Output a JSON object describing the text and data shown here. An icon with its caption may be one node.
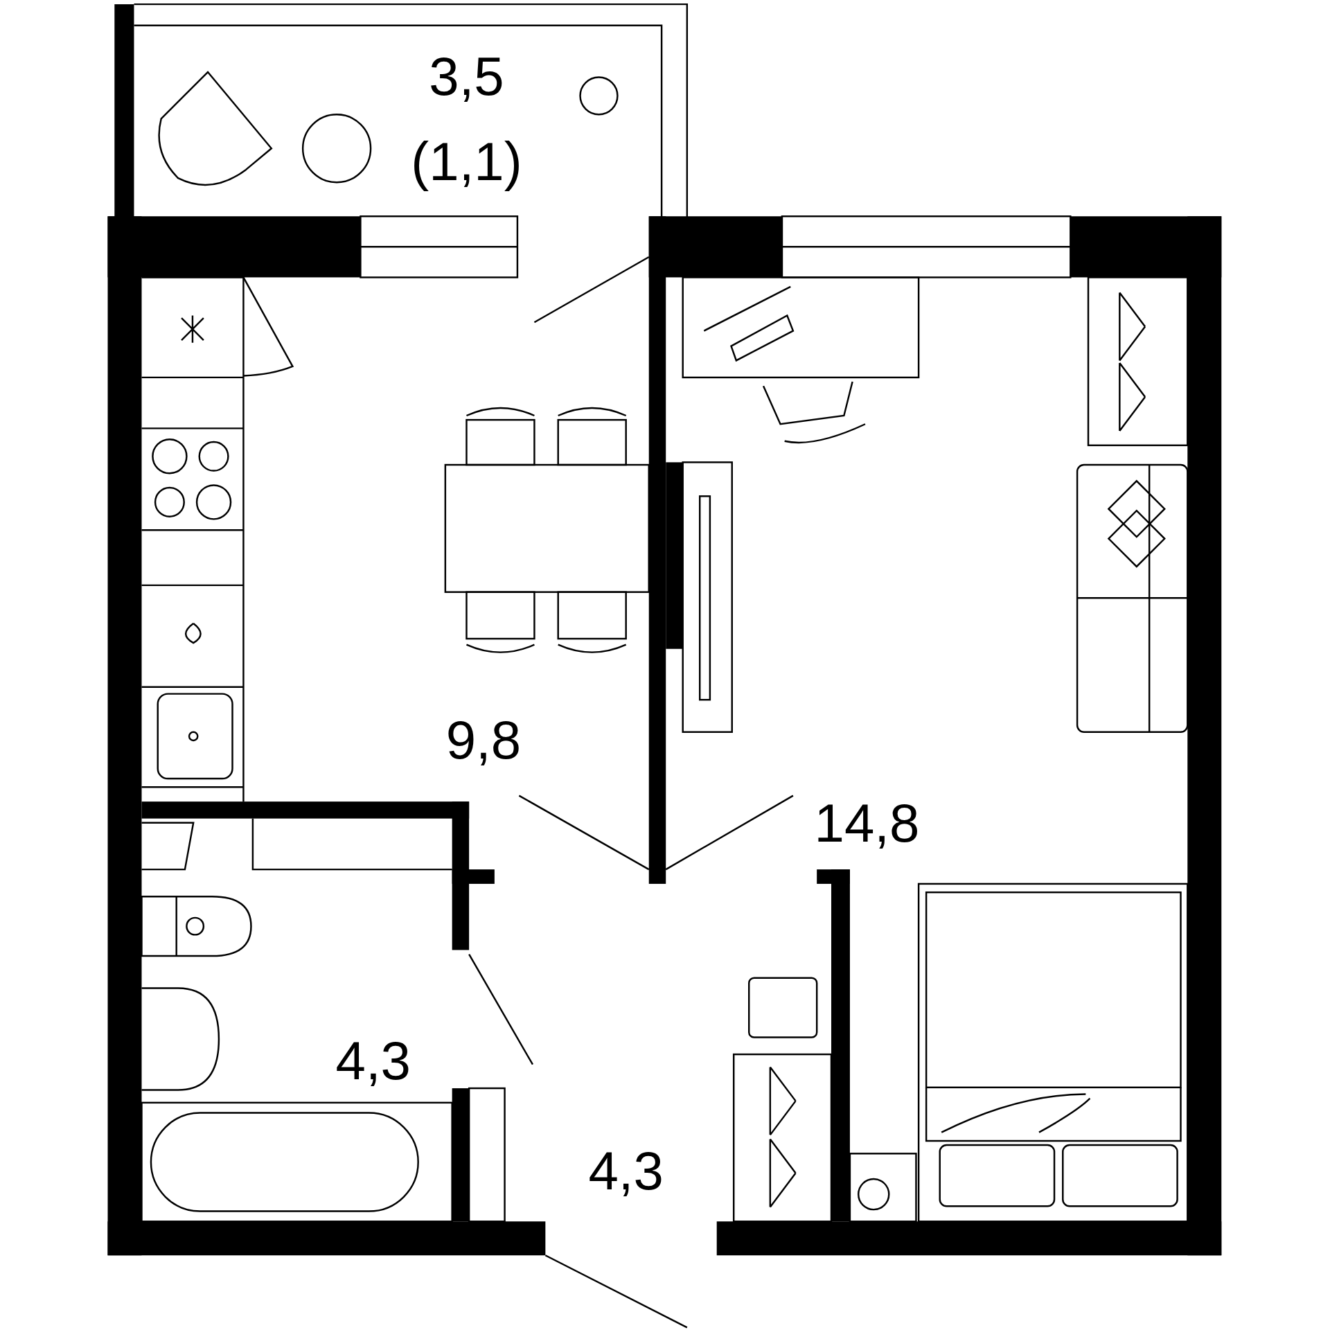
{
  "diagram": {
    "nodes": [
      {
        "text": [
          "3,5",
          "(1,1)"
        ]
      },
      {
        "text": [
          "9,8"
        ]
      },
      {
        "text": [
          "14,8"
        ]
      },
      {
        "text": [
          "4,3"
        ]
      },
      {
        "text": [
          "4,3"
        ]
      }
    ]
  }
}
